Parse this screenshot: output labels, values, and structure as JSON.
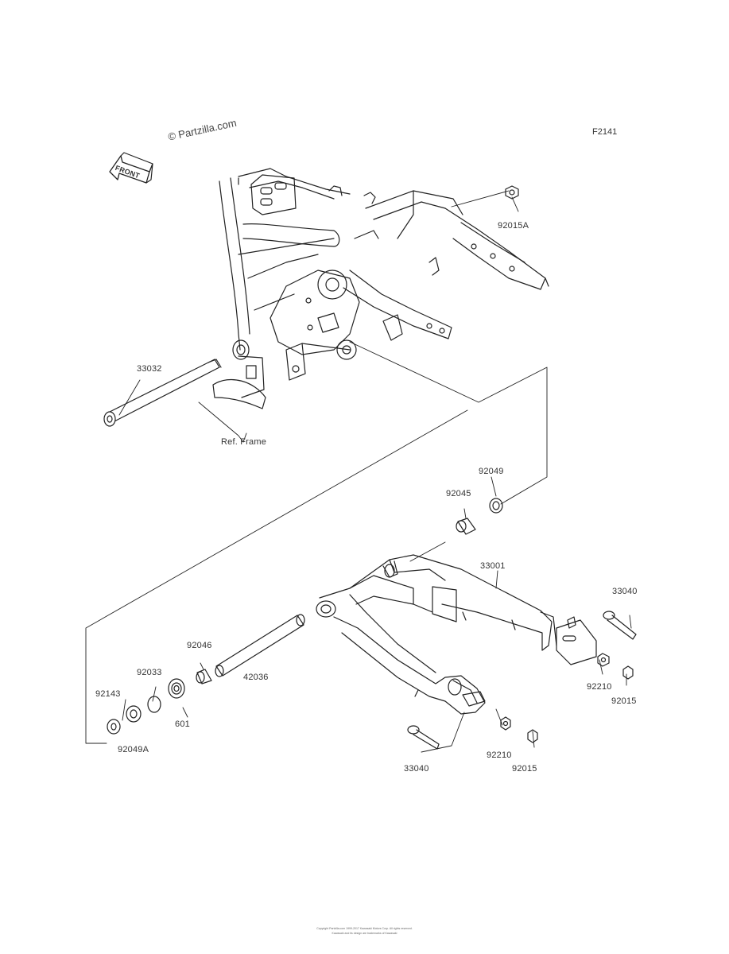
{
  "diagram": {
    "code": "F2141",
    "watermark": "© Partzilla.com",
    "front_label": "FRONT",
    "frame_ref_label": "Ref. Frame",
    "callouts": [
      {
        "id": "c-92015A-top",
        "text": "92015A"
      },
      {
        "id": "c-33032",
        "text": "33032"
      },
      {
        "id": "c-92049",
        "text": "92049"
      },
      {
        "id": "c-92045",
        "text": "92045"
      },
      {
        "id": "c-33001",
        "text": "33001"
      },
      {
        "id": "c-33040-right",
        "text": "33040"
      },
      {
        "id": "c-92046",
        "text": "92046"
      },
      {
        "id": "c-92033",
        "text": "92033"
      },
      {
        "id": "c-42036",
        "text": "42036"
      },
      {
        "id": "c-92143",
        "text": "92143"
      },
      {
        "id": "c-601",
        "text": "601"
      },
      {
        "id": "c-92049A",
        "text": "92049A"
      },
      {
        "id": "c-92210-right",
        "text": "92210"
      },
      {
        "id": "c-92015-right",
        "text": "92015"
      },
      {
        "id": "c-92210-bottom",
        "text": "92210"
      },
      {
        "id": "c-92015-bottom",
        "text": "92015"
      },
      {
        "id": "c-33040-bottom",
        "text": "33040"
      }
    ],
    "footer_line1": "Copyright Partzilla.com 1999-2017 Kawasaki Motors Corp. All rights reserved.",
    "footer_line2": "Kawasaki and its design are trademarks of Kawasaki"
  }
}
